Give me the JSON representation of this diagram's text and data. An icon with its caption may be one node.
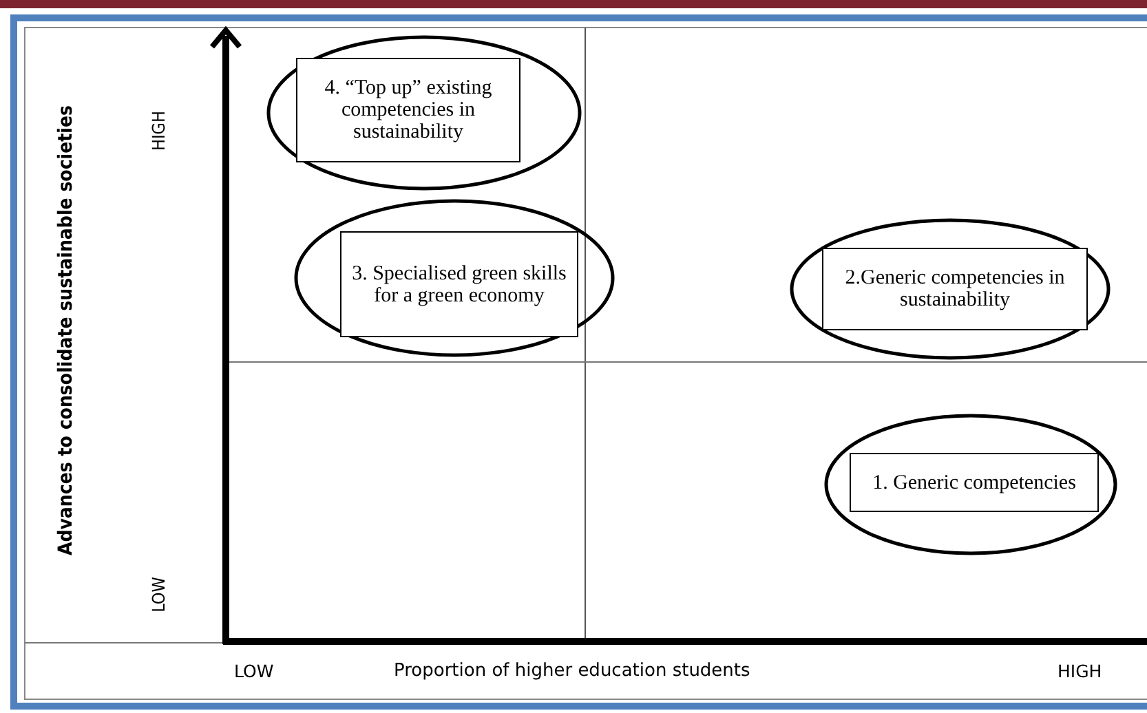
{
  "diagram": {
    "nodes": [
      {
        "text": [
          "4. “Top up” existing competencies in sustainability"
        ]
      },
      {
        "text": [
          "3. Specialised green skills for a green economy"
        ]
      },
      {
        "text": [
          "2.Generic competencies in sustainability"
        ]
      },
      {
        "text": [
          "1. Generic competencies"
        ]
      }
    ],
    "edges": [],
    "labels": [
      "Advances to consolidate sustainable societies",
      "HIGH",
      "LOW",
      "LOW",
      "Proportion of higher education students",
      "HIGH"
    ]
  }
}
